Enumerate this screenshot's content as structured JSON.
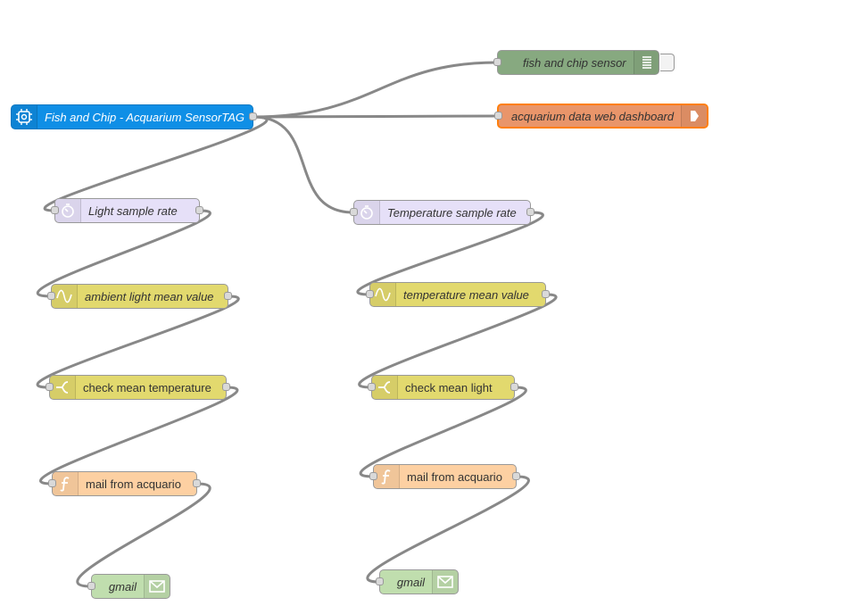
{
  "colors": {
    "wire": "#888888",
    "input_node": "#0f8fe6",
    "debug_node": "#87a980",
    "dashboard_node": "#e9956a",
    "delay_node": "#e6e0f8",
    "smooth_node": "#e2d96e",
    "switch_node": "#e2d96e",
    "function_node": "#fdd0a2",
    "email_node": "#c0deae"
  },
  "nodes": {
    "sensortag": {
      "label": "Fish and Chip - Acquarium SensorTAG",
      "icon": "chip-icon"
    },
    "debug": {
      "label": "fish and chip sensor",
      "icon": "list-icon"
    },
    "dashboard": {
      "label": "acquarium data web dashboard",
      "icon": "arrow-right-icon"
    },
    "light_rate": {
      "label": "Light sample rate",
      "icon": "timer-icon"
    },
    "temp_rate": {
      "label": "Temperature sample rate",
      "icon": "timer-icon"
    },
    "light_mean": {
      "label": "ambient light mean value",
      "icon": "wave-icon"
    },
    "temp_mean": {
      "label": "temperature mean value",
      "icon": "wave-icon"
    },
    "check_temp": {
      "label": "check mean temperature",
      "icon": "switch-icon"
    },
    "check_light": {
      "label": "check mean light",
      "icon": "switch-icon"
    },
    "mail_left": {
      "label": "mail from acquario",
      "icon": "function-icon"
    },
    "mail_right": {
      "label": "mail from acquario",
      "icon": "function-icon"
    },
    "gmail_left": {
      "label": "gmail",
      "icon": "envelope-icon"
    },
    "gmail_right": {
      "label": "gmail",
      "icon": "envelope-icon"
    }
  }
}
